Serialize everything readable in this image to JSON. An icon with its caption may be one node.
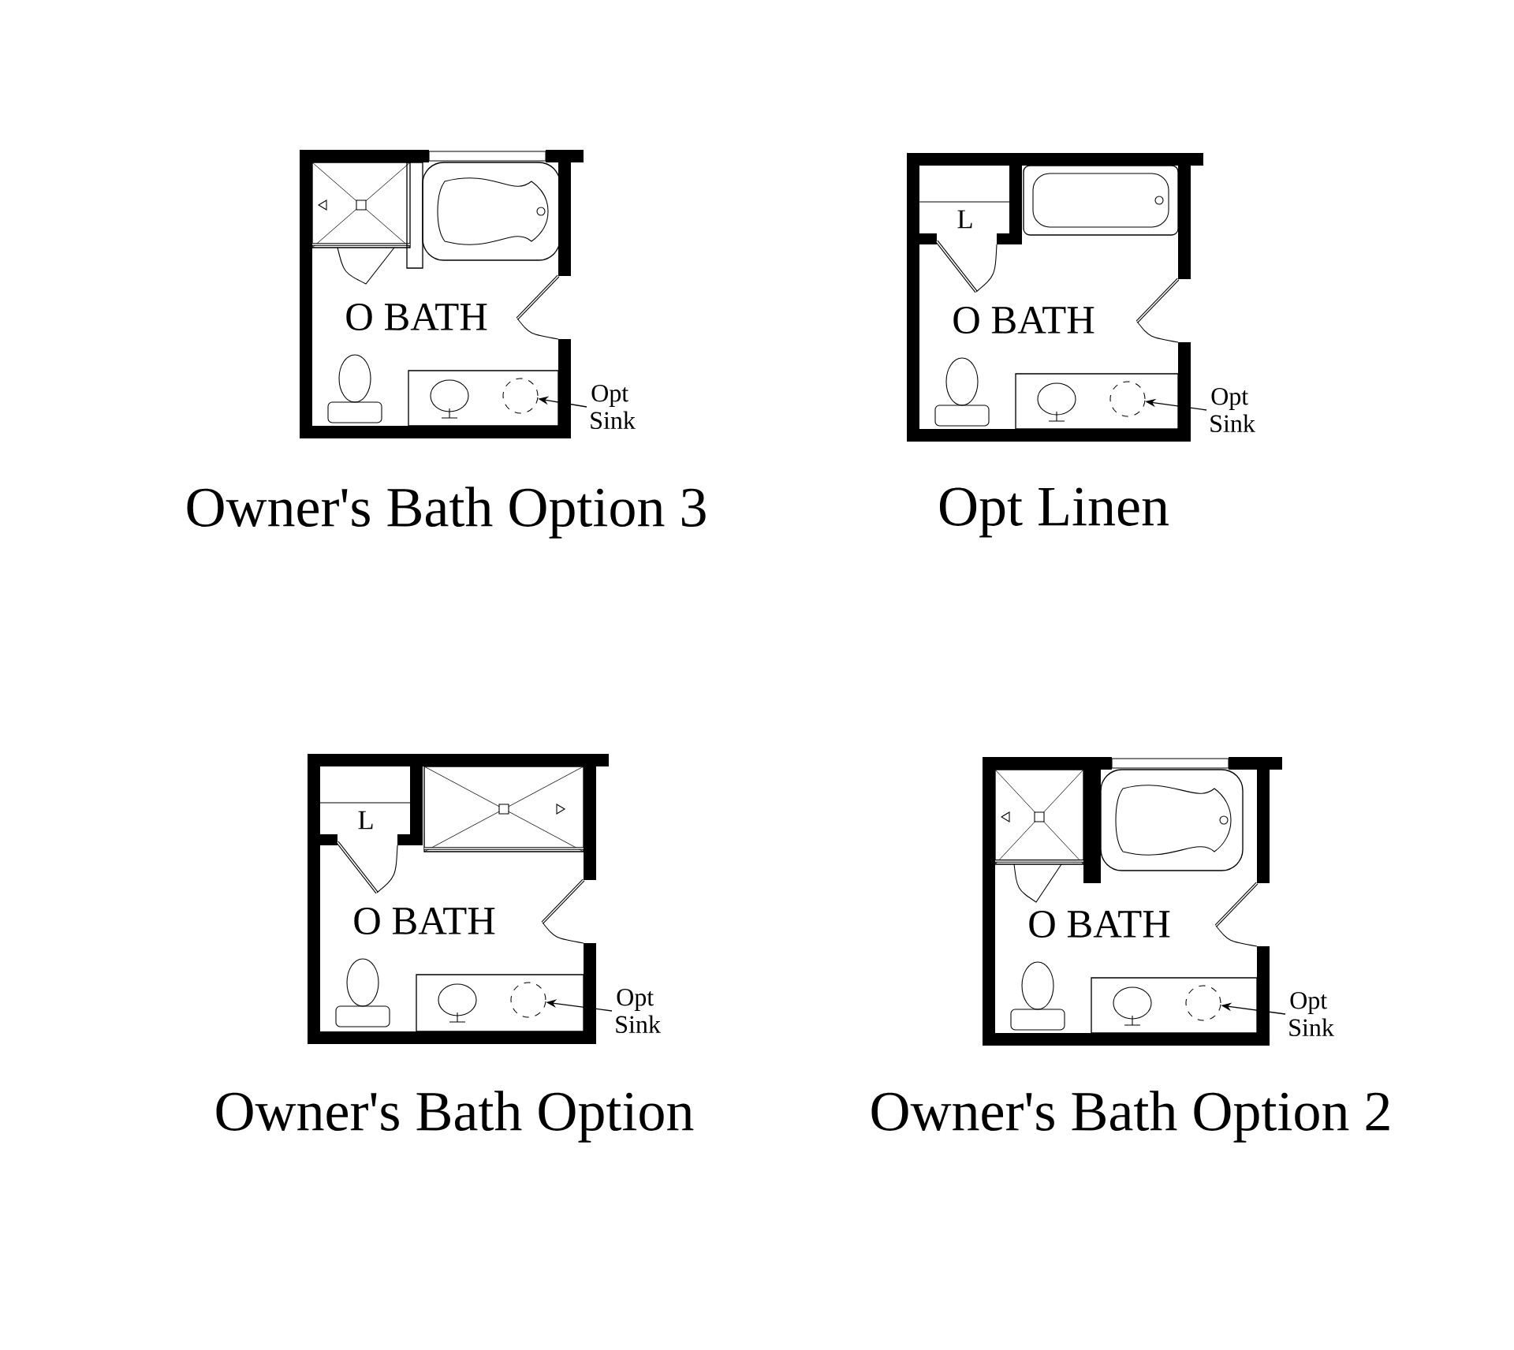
{
  "diagram": {
    "nodes": [
      {
        "text": [
          "O BATH"
        ],
        "beside": [
          "Owner's Bath Option 3"
        ]
      },
      {
        "text": [],
        "shape": "circle",
        "in": 0
      },
      {
        "text": [
          "Opt Sink"
        ]
      },
      {
        "text": [
          "O BATH"
        ],
        "beside": [
          "Opt Linen"
        ]
      },
      {
        "text": [
          "L"
        ],
        "in": 3
      },
      {
        "text": [],
        "shape": "circle",
        "in": 3
      },
      {
        "text": [
          "Opt Sink"
        ]
      },
      {
        "text": [
          "O BATH"
        ],
        "beside": [
          "Owner's Bath Option"
        ]
      },
      {
        "text": [
          "L"
        ],
        "in": 7
      },
      {
        "text": [],
        "shape": "circle",
        "in": 7
      },
      {
        "text": [
          "Opt Sink"
        ]
      },
      {
        "text": [
          "O BATH"
        ],
        "beside": [
          "Owner's Bath Option 2"
        ]
      },
      {
        "text": [],
        "shape": "circle",
        "in": 11
      },
      {
        "text": [
          "Opt Sink"
        ]
      }
    ],
    "edges": [
      {
        "from": 2,
        "to": 1,
        "arrow": "to"
      },
      {
        "from": 6,
        "to": 5,
        "arrow": "to"
      },
      {
        "from": 10,
        "to": 9,
        "arrow": "to"
      },
      {
        "from": 13,
        "to": 12,
        "arrow": "to"
      }
    ]
  }
}
